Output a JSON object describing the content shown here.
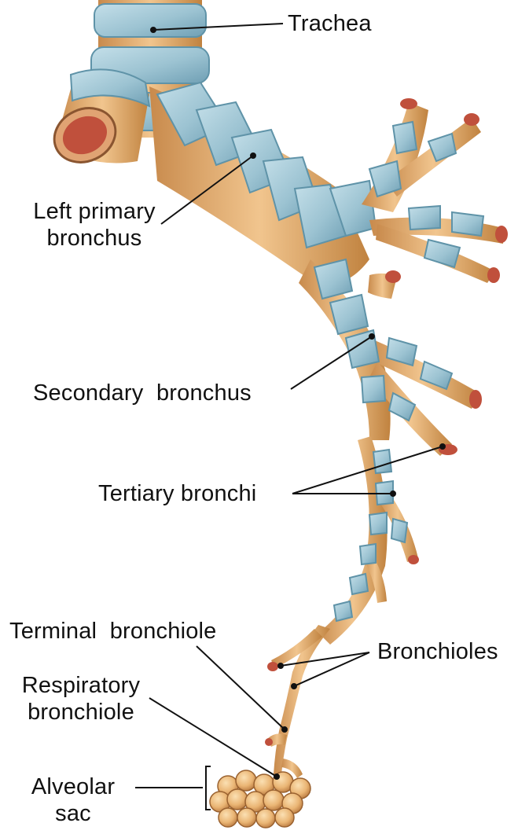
{
  "labels": {
    "trachea": "Trachea",
    "left_primary_bronchus": [
      "Left primary",
      "bronchus"
    ],
    "secondary_bronchus": "Secondary  bronchus",
    "tertiary_bronchi": "Tertiary bronchi",
    "terminal_bronchiole": "Terminal  bronchiole",
    "bronchioles": "Bronchioles",
    "respiratory_bronchiole": [
      "Respiratory",
      "bronchiole"
    ],
    "alveolar_sac": [
      "Alveolar",
      "sac"
    ]
  },
  "colors": {
    "cartilage_blue": "#9cc3d2",
    "cartilage_blue_dark": "#5f93a8",
    "tissue_tan": "#e8b47a",
    "tissue_tan_dark": "#b9793f",
    "lumen_red": "#c0503c",
    "alveoli": "#efc07e",
    "leader_line": "#111111"
  }
}
